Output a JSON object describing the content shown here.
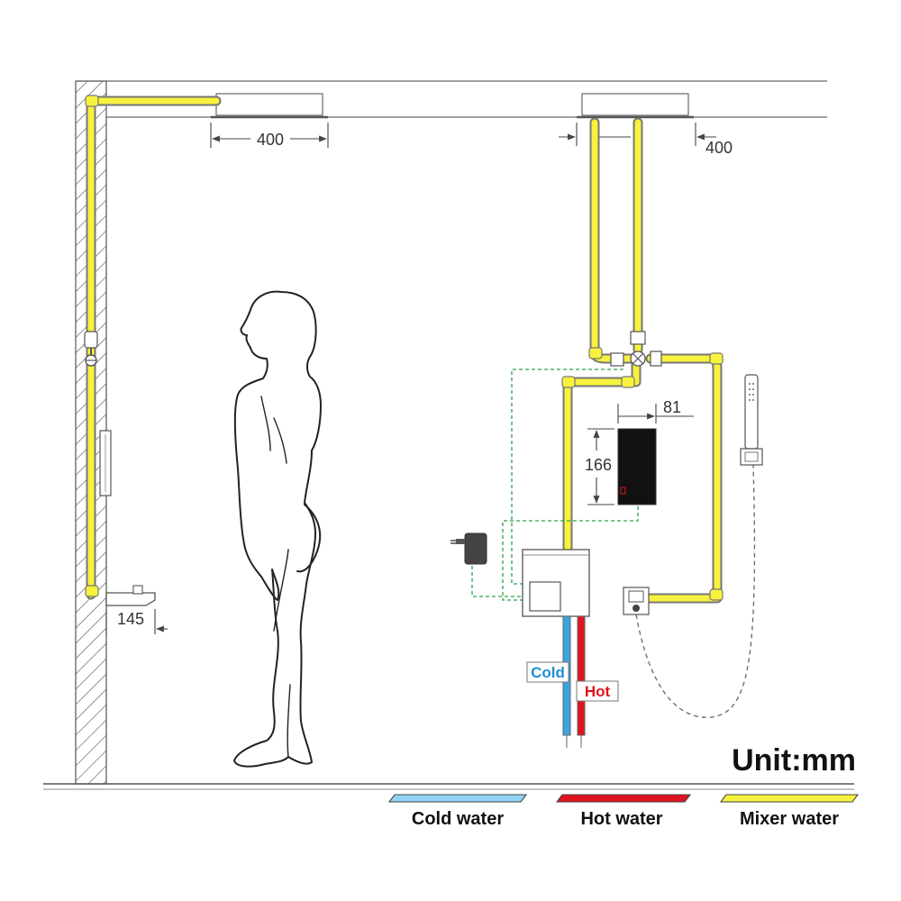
{
  "dimensions": {
    "left_head_width": "400",
    "right_head_width": "400",
    "panel_width": "81",
    "panel_height": "166",
    "spout_projection": "145"
  },
  "tags": {
    "cold": "Cold",
    "hot": "Hot"
  },
  "unit_label": "Unit:mm",
  "legend": [
    {
      "label": "Cold water",
      "color": "#8fd4f2"
    },
    {
      "label": "Hot water",
      "color": "#e0141e"
    },
    {
      "label": "Mixer water",
      "color": "#f7f23d"
    }
  ],
  "colors": {
    "mixer_pipe": "#f7f23d",
    "cold_pipe": "#3aa5e0",
    "hot_pipe": "#e0141e",
    "wiring": "#2aa34a",
    "outline": "#555555"
  }
}
